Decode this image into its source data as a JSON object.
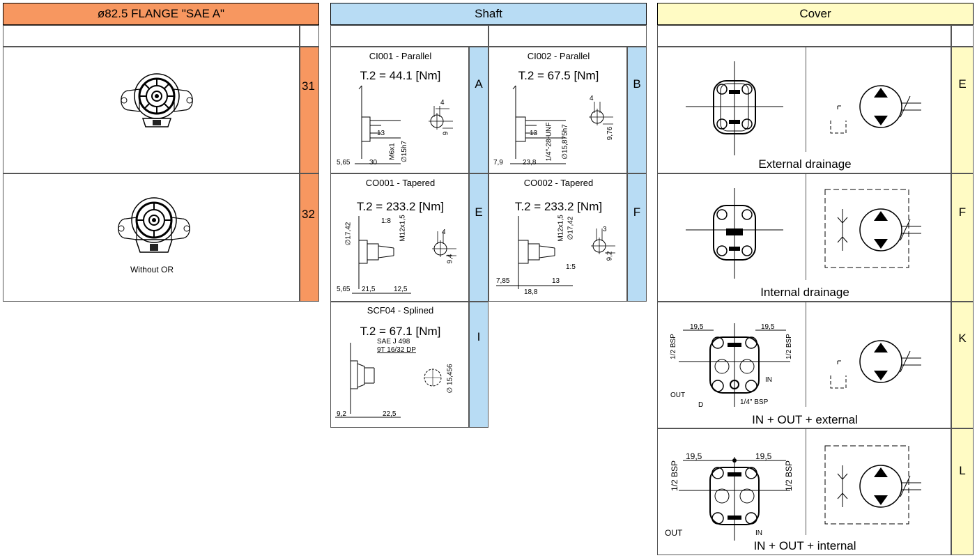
{
  "flange": {
    "header": "ø82.5 FLANGE \"SAE A\"",
    "header_color": "#F79760",
    "rows": [
      {
        "code": "31",
        "note": ""
      },
      {
        "code": "32",
        "note": "Without OR"
      }
    ]
  },
  "shaft": {
    "header": "Shaft",
    "header_color": "#B8DCF4",
    "items": [
      {
        "title": "CI001 - Parallel",
        "torque": "T.2 = 44.1 [Nm]",
        "code": "A",
        "dims": [
          "4",
          "9",
          "13",
          "M6x1",
          "∅15h7",
          "5,65",
          "30"
        ]
      },
      {
        "title": "CI002 - Parallel",
        "torque": "T.2 = 67.5 [Nm]",
        "code": "B",
        "dims": [
          "4",
          "9,76",
          "13",
          "1/4\"-28-UNF",
          "∅15,875h7",
          "7,9",
          "23,8"
        ]
      },
      {
        "title": "CO001 - Tapered",
        "torque": "T.2 = 233.2 [Nm]",
        "code": "E",
        "dims": [
          "∅17,42",
          "1:8",
          "M12x1,5",
          "4",
          "9,4",
          "5,65",
          "21,5",
          "12,5"
        ]
      },
      {
        "title": "CO002 - Tapered",
        "torque": "T.2 = 233.2 [Nm]",
        "code": "F",
        "dims": [
          "M12x1,5",
          "∅17,42",
          "3",
          "9,2",
          "1:5",
          "7,85",
          "13",
          "18,8"
        ]
      },
      {
        "title": "SCF04 - Splined",
        "torque": "T.2 = 67.1 [Nm]",
        "code": "I",
        "dims": [
          "SAE J 498",
          "9T 16/32 DP",
          "∅ 15,456",
          "9,2",
          "22,5"
        ]
      }
    ]
  },
  "cover": {
    "header": "Cover",
    "header_color": "#FFFBC4",
    "items": [
      {
        "caption": "External drainage",
        "code": "E",
        "dims": []
      },
      {
        "caption": "Internal drainage",
        "code": "F",
        "dims": []
      },
      {
        "caption": "IN + OUT + external",
        "code": "K",
        "dims": [
          "19,5",
          "19,5",
          "1/2 BSP",
          "1/2 BSP",
          "IN",
          "OUT",
          "D",
          "1/4\" BSP"
        ]
      },
      {
        "caption": "IN + OUT + internal",
        "code": "L",
        "dims": [
          "19,5",
          "19,5",
          "1/2 BSP",
          "1/2 BSP",
          "IN",
          "OUT"
        ]
      }
    ]
  }
}
